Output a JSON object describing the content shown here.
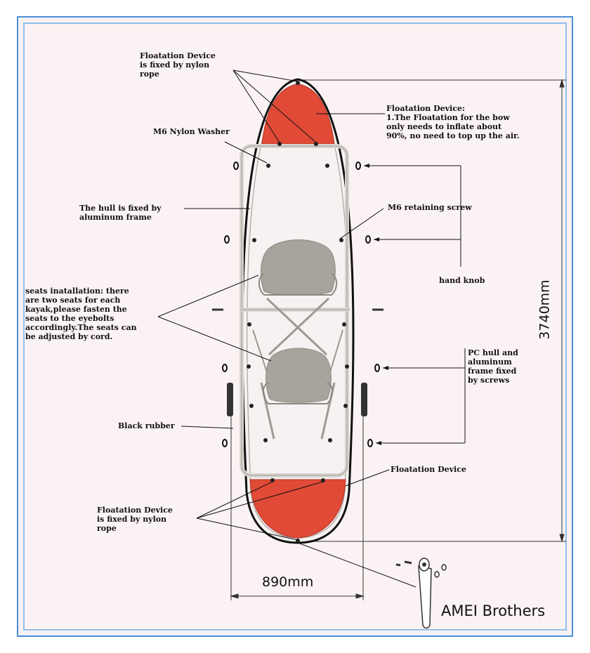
{
  "labels": {
    "float_rope_top": "Floatation Device\nis fixed by  nylon\nrope",
    "float_bow": "Floatation Device:\n1.The Floatation for the bow\nonly needs to inflate about\n90%, no need to top up the air.",
    "m6_washer": "M6 Nylon Washer",
    "hull_frame": "The hull is fixed by\naluminum frame",
    "m6_screw": "M6 retaining screw",
    "hand_knob": "hand knob",
    "seats": "seats inatallation: there\nare two seats for each\nkayak,please fasten the\nseats to the eyebolts\naccordingly.The seats can\nbe adjusted by cord.",
    "pc_hull": "PC hull and\naluminum\nframe fixed\nby screws",
    "black_rubber": "Black rubber",
    "float_stern": "Floatation Device",
    "float_rope_bottom": "Floatation Device\nis fixed by  nylon\nrope"
  },
  "dimensions": {
    "length": "3740mm",
    "width": "890mm"
  },
  "brand": "AMEI Brothers",
  "colors": {
    "floatation_red": "#e04a36",
    "seat_gray": "#a8a39d",
    "frame_gray": "#d9d6d2",
    "frame_border": "#4a8fd6"
  }
}
